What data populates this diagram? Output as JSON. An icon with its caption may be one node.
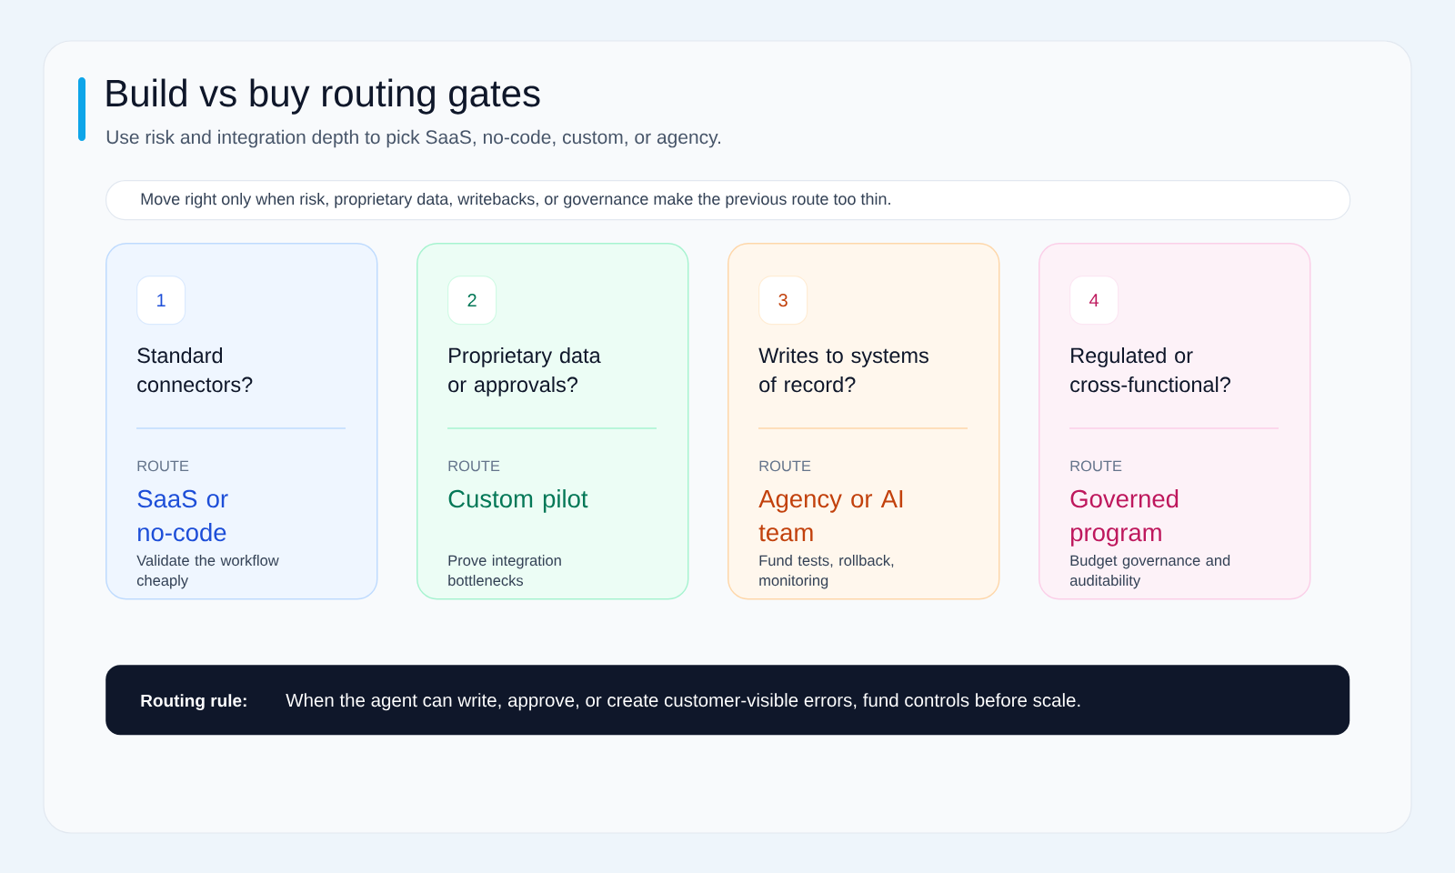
{
  "diagram": {
    "title": "Build vs buy routing gates",
    "nodes": [
      {
        "text": [
          "Move right only when risk, proprietary data, writebacks, or governance make the previous route too thin."
        ]
      },
      {
        "text": [
          "Standard connectors?",
          "ROUTE",
          "SaaS or no-code",
          "Validate the workflow cheaply"
        ]
      },
      {
        "text": [
          "1"
        ],
        "in": 1
      },
      {
        "text": [
          "Proprietary data or approvals?",
          "ROUTE",
          "Custom pilot",
          "Prove integration bottlenecks"
        ]
      },
      {
        "text": [
          "2"
        ],
        "in": 3
      },
      {
        "text": [
          "Writes to systems of record?",
          "ROUTE",
          "Agency or AI team",
          "Fund tests, rollback, monitoring"
        ]
      },
      {
        "text": [
          "3"
        ],
        "in": 5
      },
      {
        "text": [
          "Regulated or cross-functional?",
          "ROUTE",
          "Governed program",
          "Budget governance and auditability"
        ]
      },
      {
        "text": [
          "4"
        ],
        "in": 7
      },
      {
        "text": [
          "Routing rule:",
          "When the agent can write, approve, or create customer-visible errors, fund controls before scale."
        ]
      }
    ],
    "labels": [
      "Use risk and integration depth to pick SaaS, no-code, custom, or agency."
    ]
  }
}
